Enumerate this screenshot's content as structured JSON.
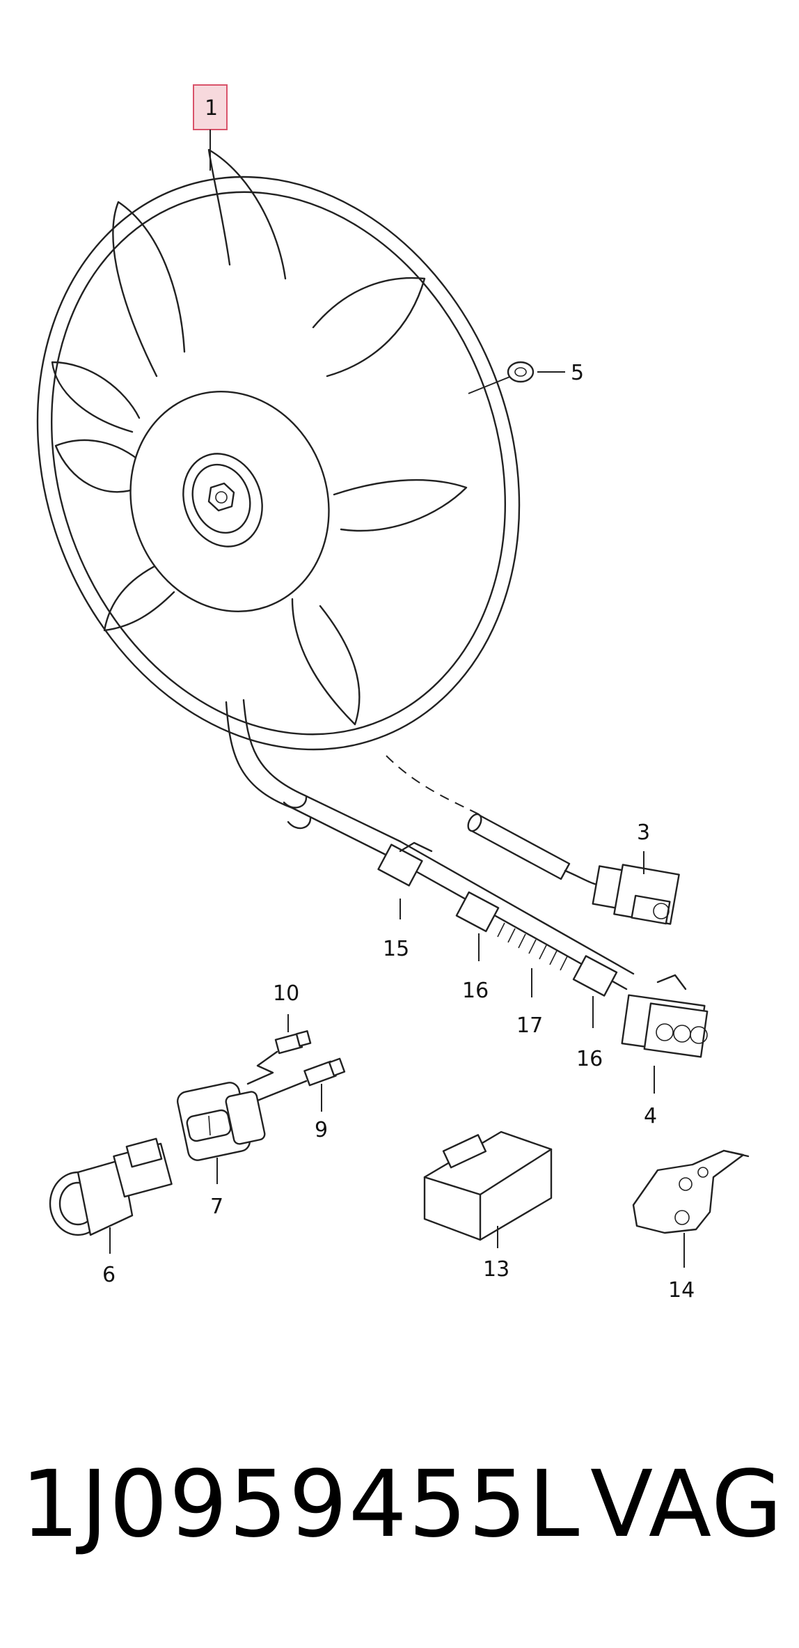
{
  "callouts": {
    "c1": "1",
    "c3": "3",
    "c4": "4",
    "c5": "5",
    "c6": "6",
    "c7": "7",
    "c9": "9",
    "c10": "10",
    "c13": "13",
    "c14": "14",
    "c15": "15",
    "c16a": "16",
    "c16b": "16",
    "c17": "17"
  },
  "highlight_color": "#f7d9dd",
  "highlight_border": "#d9536a",
  "footer": {
    "part_number": "1J0959455L",
    "brand": "VAG"
  }
}
